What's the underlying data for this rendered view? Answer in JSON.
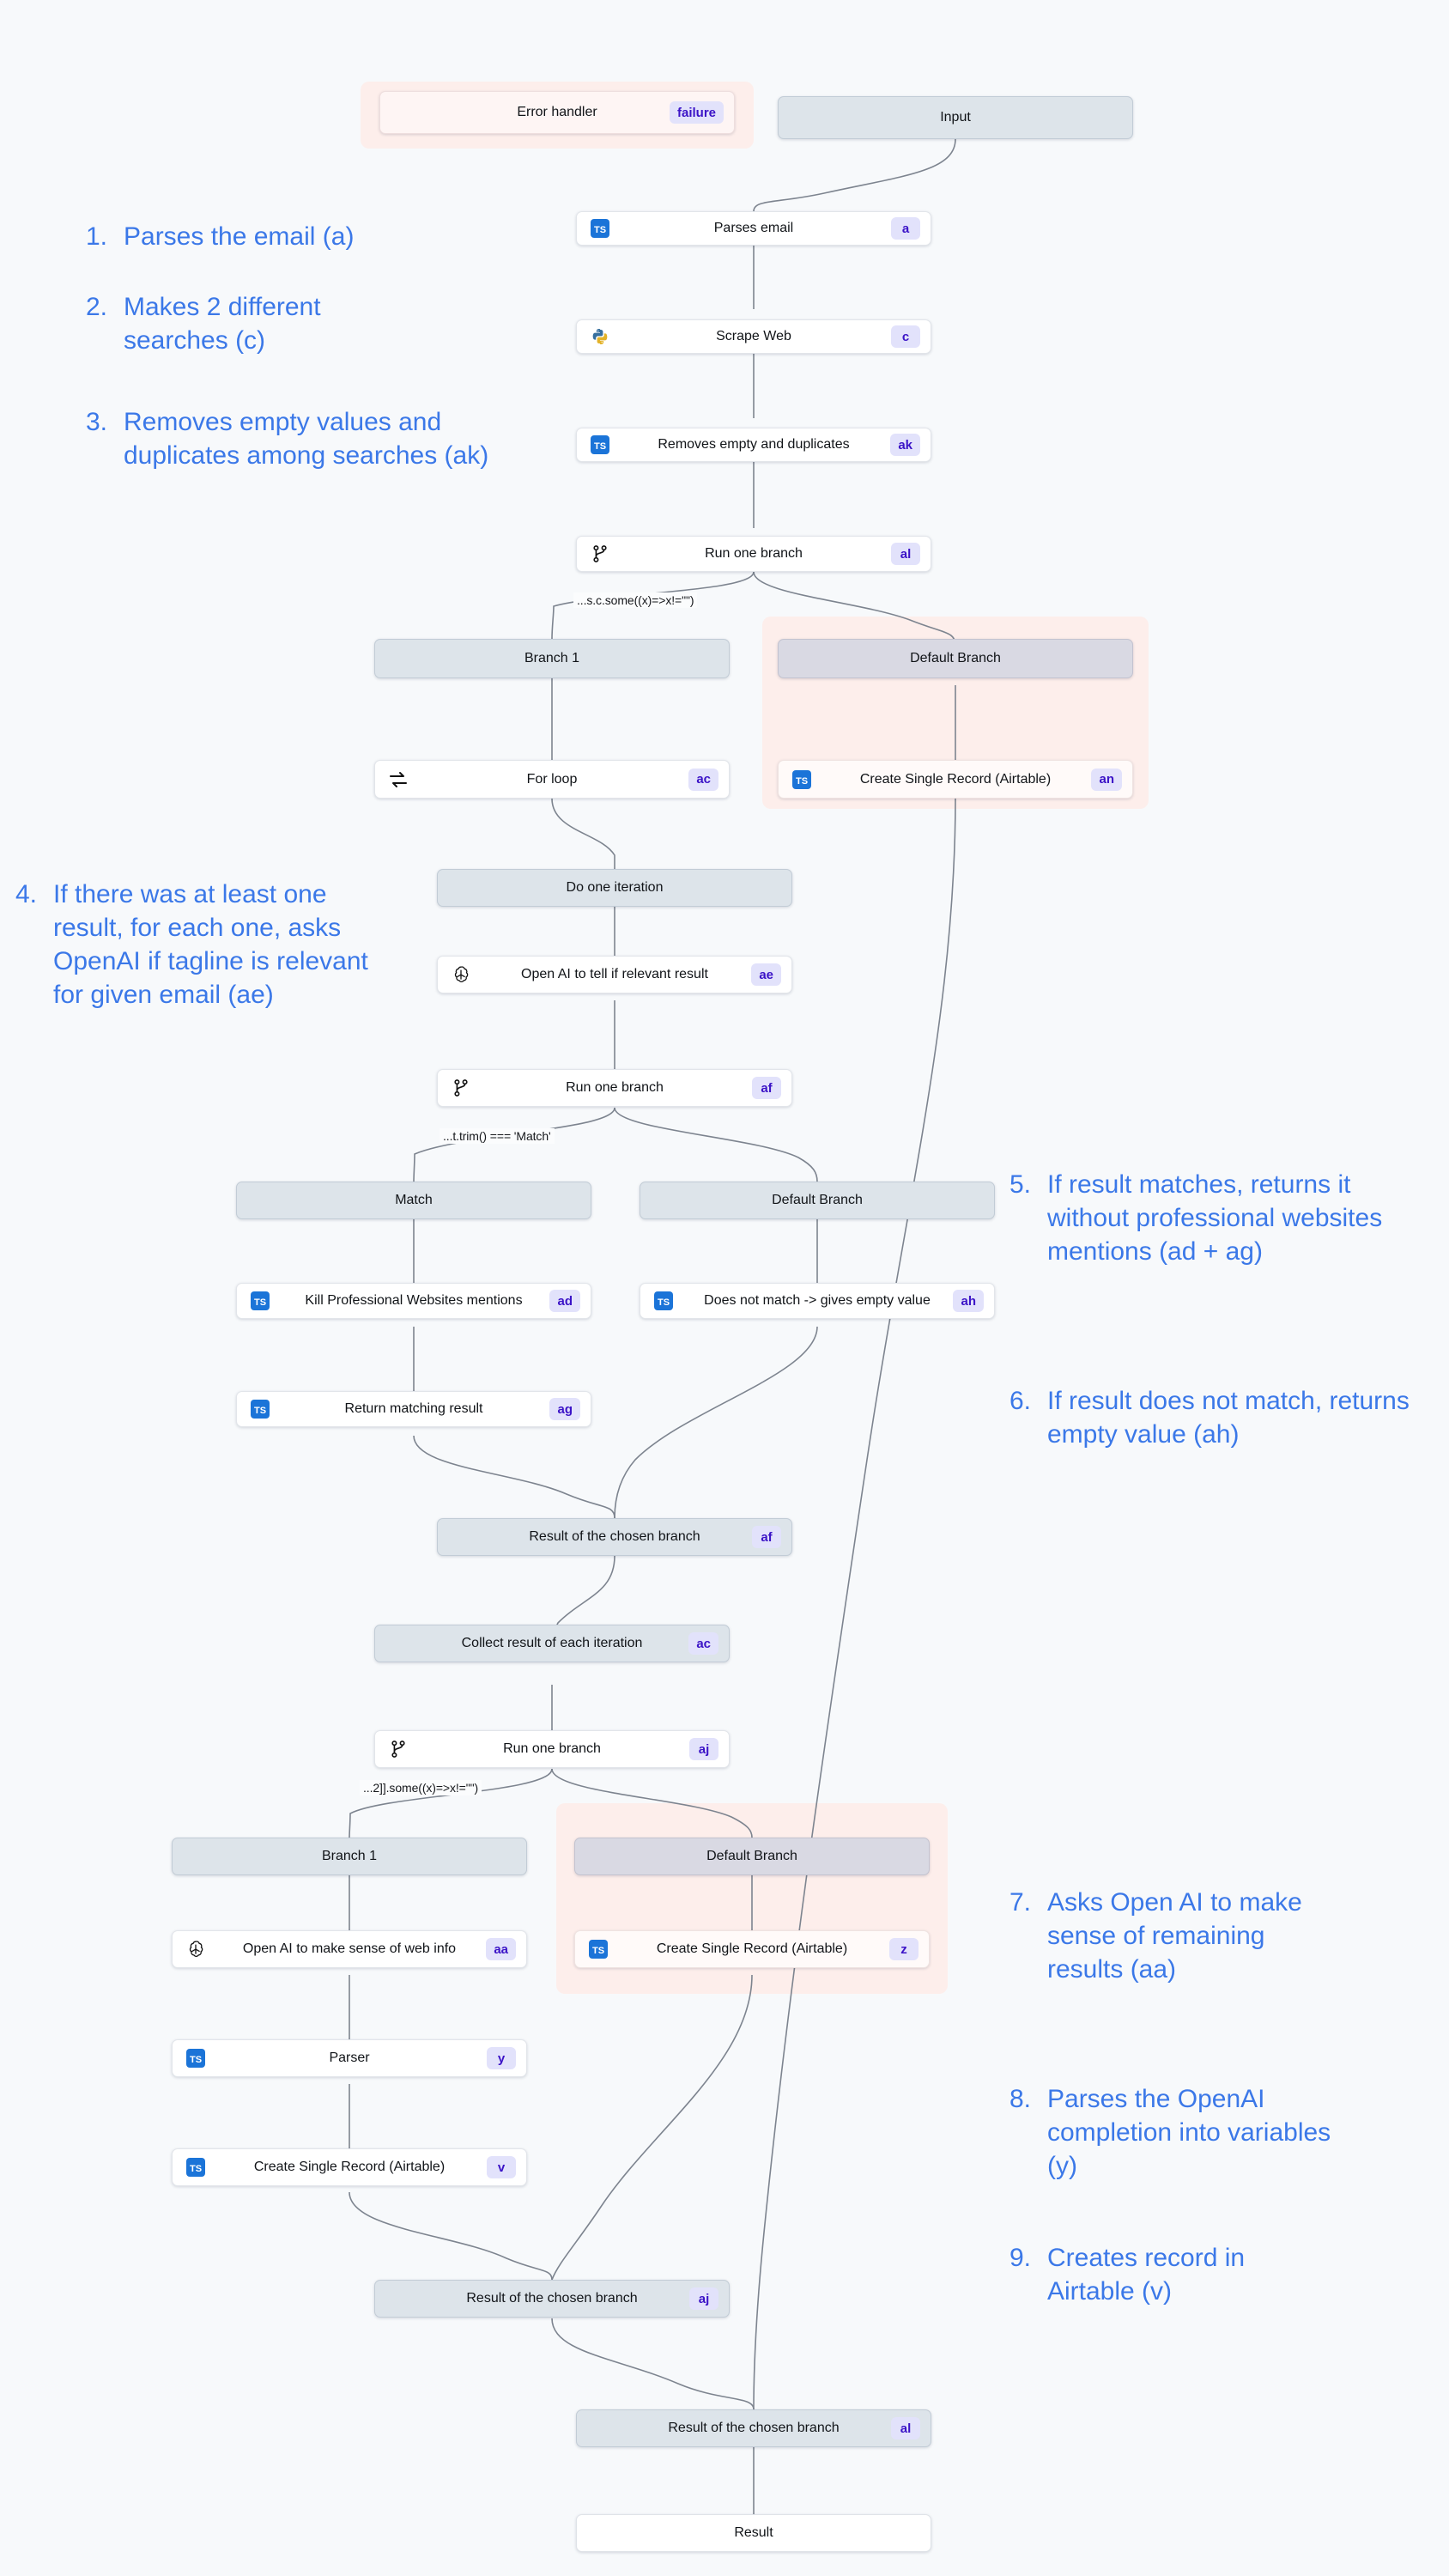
{
  "diagram": {
    "title": "Workflow graph",
    "colors": {
      "background": "#f7f9fb",
      "annotation_blue": "#3b78e8",
      "badge_bg": "#e2e2fb",
      "badge_text": "#3b13c7",
      "grey_node": "#dde4ea",
      "default_branch_node": "#d9d9e3",
      "error_group_pink": "#fdeeeb",
      "edge_stroke": "#78808c"
    }
  },
  "nodes": {
    "error_handler": {
      "label": "Error handler",
      "badge": "failure",
      "icon": "none"
    },
    "input": {
      "label": "Input",
      "badge": "",
      "icon": "none"
    },
    "parses_email": {
      "label": "Parses email",
      "badge": "a",
      "icon": "typescript-icon"
    },
    "scrape_web": {
      "label": "Scrape Web",
      "badge": "c",
      "icon": "python-icon"
    },
    "removes_empty": {
      "label": "Removes empty and duplicates",
      "badge": "ak",
      "icon": "typescript-icon"
    },
    "run_branch_al": {
      "label": "Run one branch",
      "badge": "al",
      "icon": "branch-icon"
    },
    "branch1_top": {
      "label": "Branch 1",
      "badge": "",
      "icon": "none"
    },
    "default_top": {
      "label": "Default Branch",
      "badge": "",
      "icon": "none"
    },
    "for_loop": {
      "label": "For loop",
      "badge": "ac",
      "icon": "loop-icon"
    },
    "airtable_an": {
      "label": "Create Single Record (Airtable)",
      "badge": "an",
      "icon": "typescript-icon"
    },
    "do_one_iter": {
      "label": "Do one iteration",
      "badge": "",
      "icon": "none"
    },
    "openai_ae": {
      "label": "Open AI to tell if relevant result",
      "badge": "ae",
      "icon": "openai-icon"
    },
    "run_branch_af": {
      "label": "Run one branch",
      "badge": "af",
      "icon": "branch-icon"
    },
    "match": {
      "label": "Match",
      "badge": "",
      "icon": "none"
    },
    "default_mid": {
      "label": "Default Branch",
      "badge": "",
      "icon": "none"
    },
    "kill_mentions": {
      "label": "Kill Professional Websites mentions",
      "badge": "ad",
      "icon": "typescript-icon"
    },
    "does_not_match": {
      "label": "Does not match -> gives empty value",
      "badge": "ah",
      "icon": "typescript-icon"
    },
    "return_match": {
      "label": "Return matching result",
      "badge": "ag",
      "icon": "typescript-icon"
    },
    "result_af": {
      "label": "Result of the chosen branch",
      "badge": "af",
      "icon": "none"
    },
    "collect_ac": {
      "label": "Collect result of each iteration",
      "badge": "ac",
      "icon": "none"
    },
    "run_branch_aj": {
      "label": "Run one branch",
      "badge": "aj",
      "icon": "branch-icon"
    },
    "branch1_bot": {
      "label": "Branch 1",
      "badge": "",
      "icon": "none"
    },
    "default_bot": {
      "label": "Default Branch",
      "badge": "",
      "icon": "none"
    },
    "openai_aa": {
      "label": "Open AI to make sense of web info",
      "badge": "aa",
      "icon": "openai-icon"
    },
    "airtable_z": {
      "label": "Create Single Record (Airtable)",
      "badge": "z",
      "icon": "typescript-icon"
    },
    "parser_y": {
      "label": "Parser",
      "badge": "y",
      "icon": "typescript-icon"
    },
    "airtable_v": {
      "label": "Create Single Record (Airtable)",
      "badge": "v",
      "icon": "typescript-icon"
    },
    "result_aj": {
      "label": "Result of the chosen branch",
      "badge": "aj",
      "icon": "none"
    },
    "result_al": {
      "label": "Result of the chosen branch",
      "badge": "al",
      "icon": "none"
    },
    "result_final": {
      "label": "Result",
      "badge": "",
      "icon": "none"
    }
  },
  "edge_labels": {
    "al_branch": "...s.c.some((x)=>x!=\"\")",
    "af_match": "...t.trim() === 'Match'",
    "aj_branch": "...2]].some((x)=>x!=\"\")"
  },
  "annotations": [
    {
      "num": "1.",
      "text": "Parses the email (a)"
    },
    {
      "num": "2.",
      "text": "Makes 2 different searches (c)"
    },
    {
      "num": "3.",
      "text": "Removes empty values and duplicates among searches (ak)"
    },
    {
      "num": "4.",
      "text": "If there was at least one result, for each one, asks OpenAI if tagline is relevant for given email (ae)"
    },
    {
      "num": "5.",
      "text": "If result matches, returns it without professional websites mentions (ad + ag)"
    },
    {
      "num": "6.",
      "text": "If result does not match, returns empty value (ah)"
    },
    {
      "num": "7.",
      "text": "Asks Open AI to make sense of remaining results (aa)"
    },
    {
      "num": "8.",
      "text": "Parses the OpenAI completion into variables (y)"
    },
    {
      "num": "9.",
      "text": "Creates record in Airtable (v)"
    }
  ]
}
